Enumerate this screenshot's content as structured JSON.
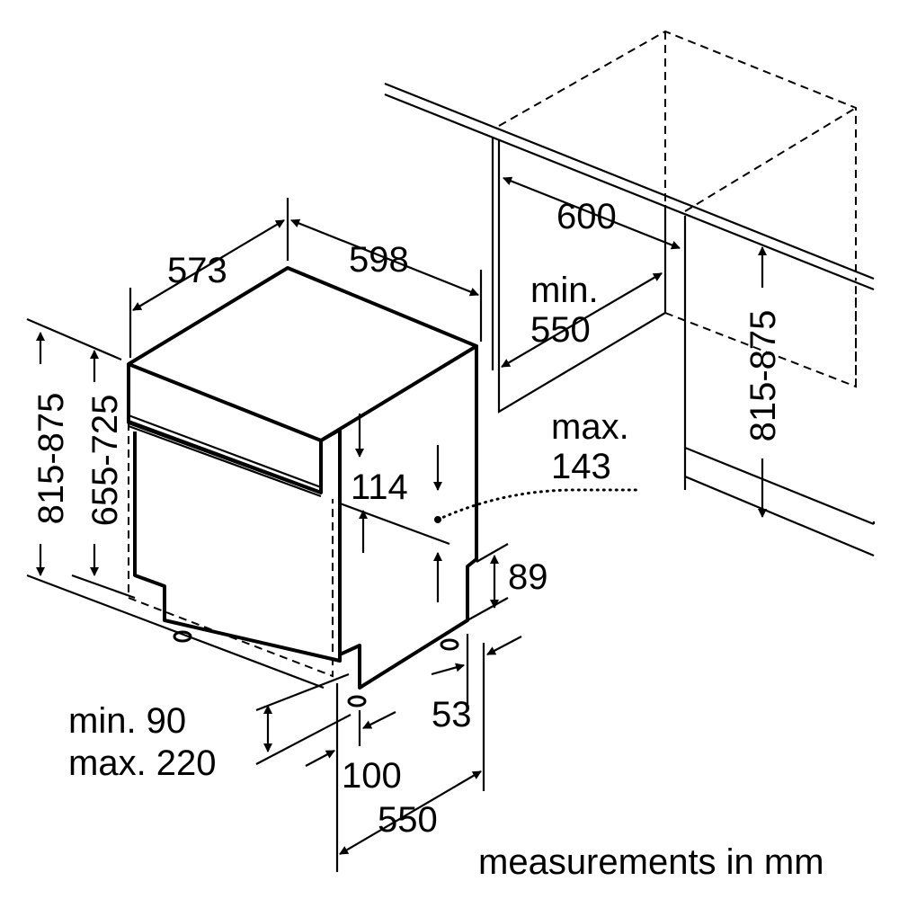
{
  "title": "Built-under dishwasher installation dimensions",
  "labels": {
    "depth_appliance": "573",
    "width_appliance": "598",
    "niche_width": "600",
    "niche_depth_min": "min.",
    "niche_depth_val": "550",
    "height_left": "815-875",
    "height_door": "655-725",
    "height_right": "815-875",
    "max_label": "max.",
    "max_val": "143",
    "panel_114": "114",
    "dim_89": "89",
    "dim_53": "53",
    "plinth_min": "min. 90",
    "plinth_max": "max. 220",
    "dim_100": "100",
    "dim_550": "550",
    "units_note": "measurements in mm"
  }
}
